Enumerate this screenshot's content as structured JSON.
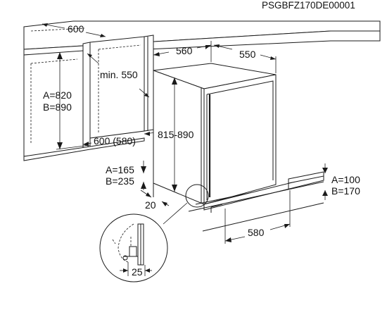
{
  "drawing_code": "PSGBFZ170DE00001",
  "dimensions": {
    "niche_width": "600",
    "niche_min_depth": "min. 550",
    "niche_height_a": "A=820",
    "niche_height_b": "B=890",
    "niche_depth": "600 (580)",
    "appliance_width": "560",
    "appliance_depth": "550",
    "appliance_height": "815-890",
    "plinth_height_a_left": "A=165",
    "plinth_height_b_left": "B=235",
    "offset_20": "20",
    "plinth_height_a_right": "A=100",
    "plinth_height_b_right": "B=170",
    "plinth_depth": "580",
    "detail_25": "25"
  }
}
